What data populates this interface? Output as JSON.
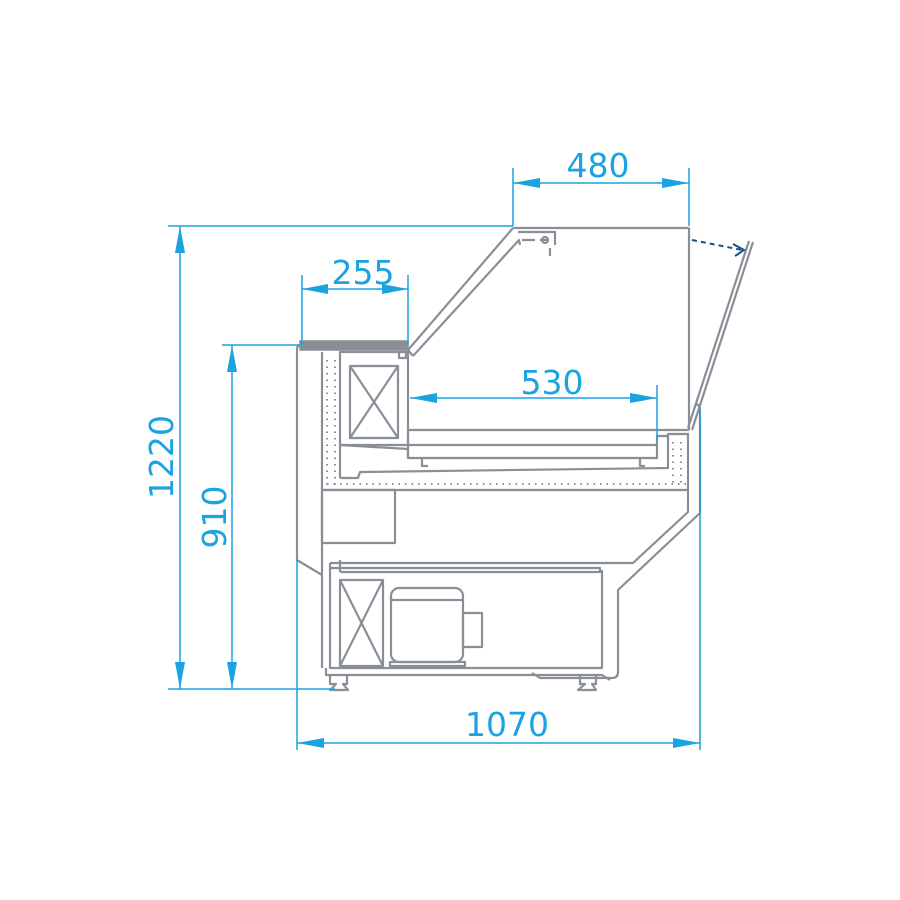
{
  "drawing": {
    "title": "Refrigerated display counter side section",
    "dimensions": {
      "top_glass_depth": "480",
      "counter_top_depth": "255",
      "display_shelf_depth": "530",
      "total_height": "1220",
      "counter_height": "910",
      "total_depth": "1070"
    },
    "colors": {
      "dimension": "#1aa3e0",
      "outline": "#8a8f97",
      "arrow": "#1c4f8c"
    }
  }
}
